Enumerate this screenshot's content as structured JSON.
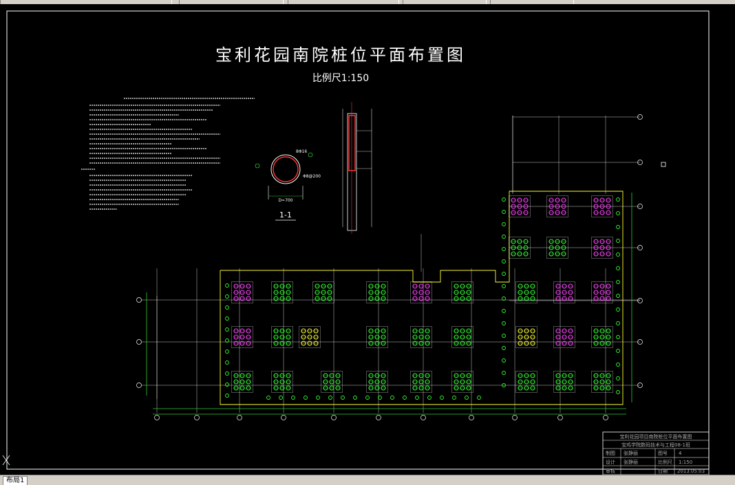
{
  "drawing": {
    "title": "宝利花园南院桩位平面布置图",
    "scale": "比例尺1:150",
    "section_label": "1-1",
    "diameter_label": "D=700",
    "rebar_main": "8Φ16",
    "rebar_tie": "Φ8@200"
  },
  "title_block": {
    "project": "宝利花园项目南院桩位平面布置图",
    "company": "宝鸡学院数码技术与工程08-1班",
    "row1_label": "制图",
    "row1_name": "张静丽",
    "row1_key": "图号",
    "row1_val": "4",
    "row2_label": "设计",
    "row2_name": "张静丽",
    "row2_key": "比例尺",
    "row2_val": "1:150",
    "row3_label": "审核",
    "row3_key": "日期",
    "row3_val": "2013.05.03"
  },
  "layout_tab": "布局1",
  "colors": {
    "background": "#000000",
    "frame": "#ffffff",
    "pile_green": "#33ff33",
    "pile_magenta": "#ff44ff",
    "pile_yellow": "#ffff33",
    "dimension_green": "#33cc33",
    "rebar_red": "#ff3333"
  }
}
